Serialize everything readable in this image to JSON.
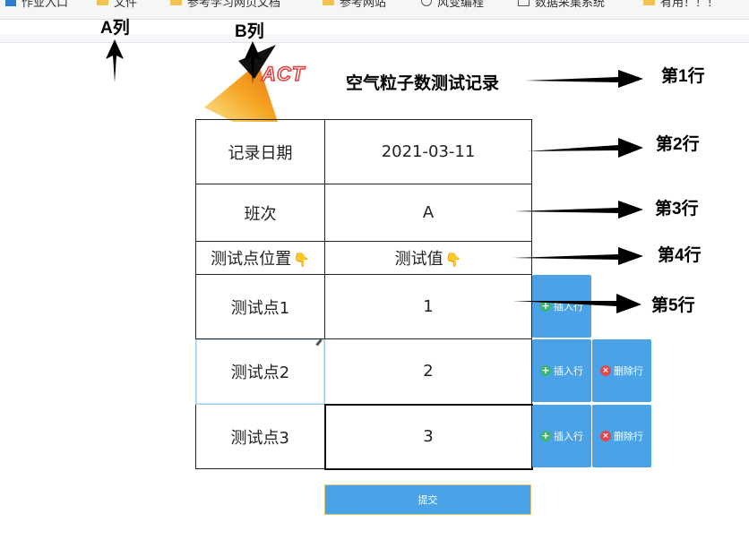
{
  "bookmarks": [
    {
      "label": "作业入口",
      "icon": "grid-icon"
    },
    {
      "label": "文件",
      "icon": "folder-icon"
    },
    {
      "label": "参考学习网页文档",
      "icon": "folder-icon"
    },
    {
      "label": "参考网站",
      "icon": "folder-icon"
    },
    {
      "label": "风变编程",
      "icon": "circle-icon"
    },
    {
      "label": "数据采集系统",
      "icon": "image-icon"
    },
    {
      "label": "有用！！！",
      "icon": "folder-icon"
    }
  ],
  "annotations": {
    "col_a": "A列",
    "col_b": "B列",
    "row1": "第1行",
    "row2": "第2行",
    "row3": "第3行",
    "row4": "第4行",
    "row5": "第5行"
  },
  "logo": {
    "text": "ACT",
    "accent": "#f5a623"
  },
  "page": {
    "title": "空气粒子数测试记录"
  },
  "table": {
    "rows": [
      {
        "a": "记录日期",
        "b": "2021-03-11"
      },
      {
        "a": "班次",
        "b": "A"
      },
      {
        "a": "测试点位置",
        "b": "测试值"
      },
      {
        "a": "测试点1",
        "b": "1"
      },
      {
        "a": "测试点2",
        "b": "2"
      },
      {
        "a": "测试点3",
        "b": "3"
      }
    ],
    "hand_glyph": "👇"
  },
  "actions": {
    "insert_label": "插入行",
    "delete_label": "删除行"
  },
  "submit": {
    "label": "提交"
  },
  "colors": {
    "button_blue": "#4aa3e6",
    "insert_green": "#3cb371",
    "delete_red": "#e0484f"
  }
}
